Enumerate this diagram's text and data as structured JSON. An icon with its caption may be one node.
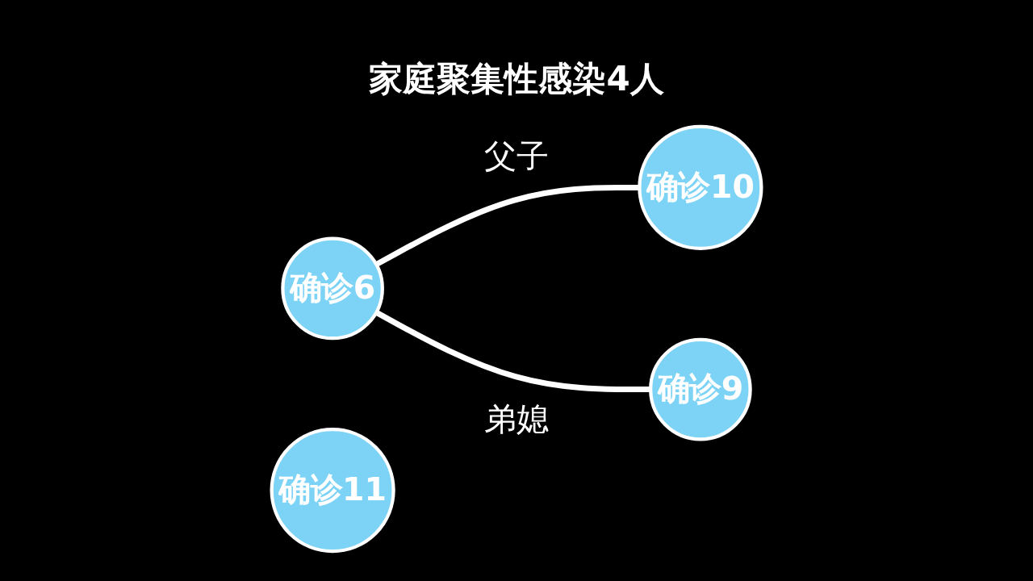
{
  "diagram": {
    "title": "家庭聚集性感染4人",
    "nodes": [
      {
        "text": [
          "确诊6"
        ]
      },
      {
        "text": [
          "确诊10"
        ]
      },
      {
        "text": [
          "确诊9"
        ]
      },
      {
        "text": [
          "确诊11"
        ]
      }
    ],
    "edges": [
      {
        "from": 0,
        "to": 1,
        "arrow": "none",
        "label": "父子"
      },
      {
        "from": 0,
        "to": 2,
        "arrow": "none",
        "label": "弟媳"
      }
    ]
  }
}
